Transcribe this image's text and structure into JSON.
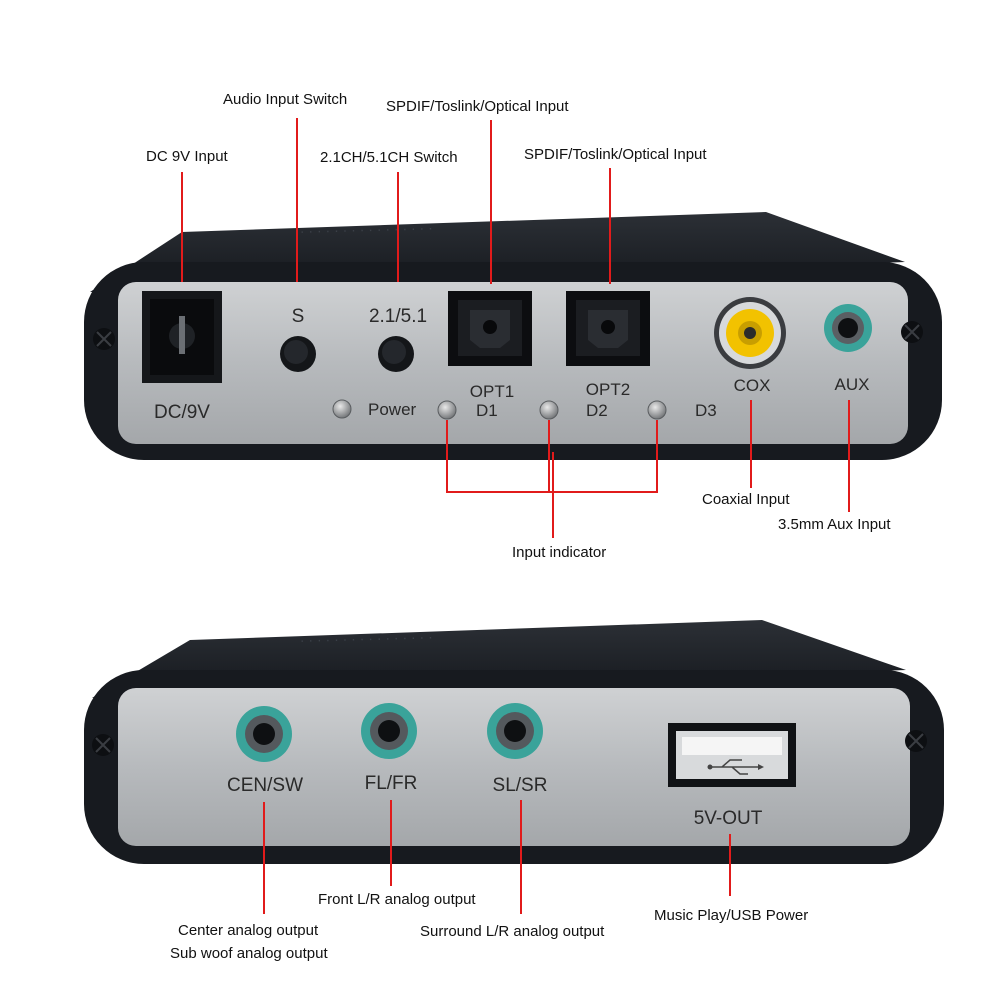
{
  "front_panel": {
    "panel_labels": {
      "dc": "DC/9V",
      "s": "S",
      "ch": "2.1/5.1",
      "power": "Power",
      "opt1": "OPT1",
      "opt2": "OPT2",
      "d1": "D1",
      "d2": "D2",
      "d3": "D3",
      "cox": "COX",
      "aux": "AUX"
    },
    "callouts": {
      "dc_input": "DC 9V Input",
      "audio_switch": "Audio Input Switch",
      "ch_switch": "2.1CH/5.1CH Switch",
      "spdif1": "SPDIF/Toslink/Optical Input",
      "spdif2": "SPDIF/Toslink/Optical Input",
      "coaxial": "Coaxial Input",
      "aux": "3.5mm Aux  Input",
      "indicator": "Input indicator"
    }
  },
  "back_panel": {
    "panel_labels": {
      "cen": "CEN/SW",
      "flfr": "FL/FR",
      "slsr": "SL/SR",
      "usb": "5V-OUT"
    },
    "callouts": {
      "center": "Center analog output",
      "subwoof": "Sub woof analog output",
      "front": "Front L/R analog output",
      "surround": "Surround L/R analog output",
      "usb": "Music Play/USB Power"
    }
  },
  "colors": {
    "leader_lines": "#e11b1b",
    "housing": "#1b1f26",
    "faceplate": "#b9bcbf",
    "jack_ring": "#3aa39a",
    "coax_core": "#f2c200"
  }
}
